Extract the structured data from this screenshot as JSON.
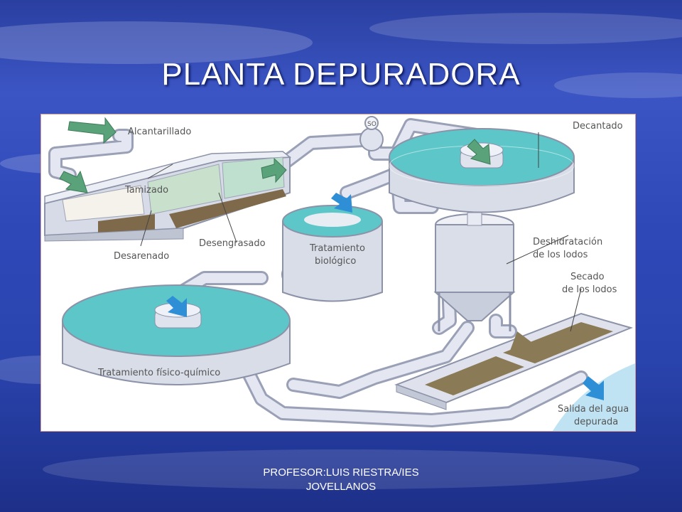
{
  "slide": {
    "title": "PLANTA DEPURADORA",
    "footer_line1": "PROFESOR:LUIS RIESTRA/IES",
    "footer_line2": "JOVELLANOS"
  },
  "diagram": {
    "labels": {
      "alcantarillado": "Alcantarillado",
      "tamizado": "Tamizado",
      "desarenado": "Desarenado",
      "desengrasado": "Desengrasado",
      "tratamiento_biologico_1": "Tratamiento",
      "tratamiento_biologico_2": "biológico",
      "decantado": "Decantado",
      "deshidratacion_1": "Deshidratación",
      "deshidratacion_2": "de los lodos",
      "secado_1": "Secado",
      "secado_2": "de los lodos",
      "fisico_quimico": "Tratamiento físico-químico",
      "salida_1": "Salida del agua",
      "salida_2": "depurada"
    },
    "colors": {
      "water": "#5cc6c8",
      "pipe": "#dde1ee",
      "arrow_blue": "#2f8fd6",
      "arrow_green": "#5aa37a",
      "sludge": "#8a7a55"
    }
  }
}
